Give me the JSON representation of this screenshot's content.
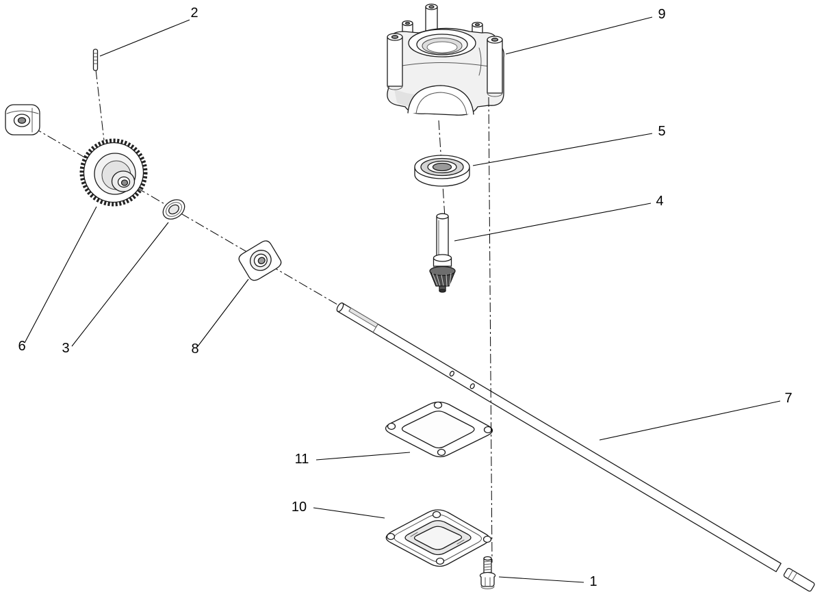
{
  "diagram": {
    "type": "exploded-parts-diagram",
    "background": "#ffffff",
    "line_color": "#000000",
    "callouts": {
      "bolt": "1",
      "pin": "2",
      "washer": "3",
      "pinion_shaft": "4",
      "bearing": "5",
      "gear": "6",
      "shaft": "7",
      "bushing": "8",
      "housing": "9",
      "cover": "10",
      "gasket": "11"
    }
  }
}
